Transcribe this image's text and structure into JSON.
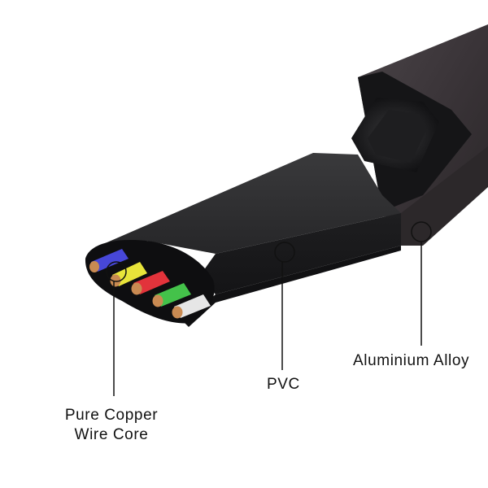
{
  "labels": {
    "copper_line1": "Pure Copper",
    "copper_line2": "Wire Core",
    "pvc": "PVC",
    "aluminium": "Aluminium Alloy"
  },
  "colors": {
    "background": "#ffffff",
    "cable_body": "#2a2a2c",
    "alloy_housing": "#3a3438",
    "wire_blue": "#4747d8",
    "wire_yellow": "#e8e43a",
    "wire_red": "#e2333b",
    "wire_green": "#44c24a",
    "wire_white": "#e6e6e6",
    "copper": "#c98a52",
    "callout": "#111111"
  }
}
